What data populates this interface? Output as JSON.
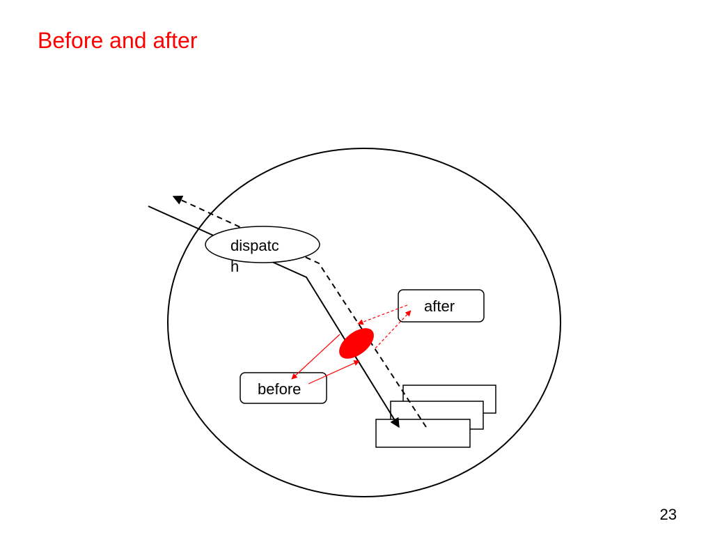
{
  "slide": {
    "title": "Before and after",
    "page_number": "23"
  },
  "diagram": {
    "nodes": {
      "dispatch": {
        "line1": "dispatc",
        "line2": "h"
      },
      "after": {
        "label": "after"
      },
      "before": {
        "label": "before"
      }
    },
    "colors": {
      "accent": "#ff0000",
      "stroke": "#000000",
      "background": "#ffffff"
    }
  }
}
